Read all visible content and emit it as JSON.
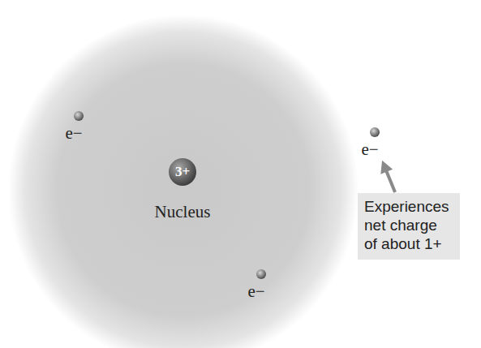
{
  "diagram": {
    "nodes": [
      {
        "text": [
          "e−"
        ]
      },
      {
        "text": [
          "3+",
          "Nucleus"
        ]
      },
      {
        "text": [
          "e−"
        ]
      },
      {
        "text": [
          "Experiences net charge of about 1+"
        ]
      },
      {
        "text": [
          "e−"
        ]
      }
    ],
    "edges": [
      {
        "from": 3,
        "to": 2,
        "arrow": "to"
      }
    ]
  }
}
